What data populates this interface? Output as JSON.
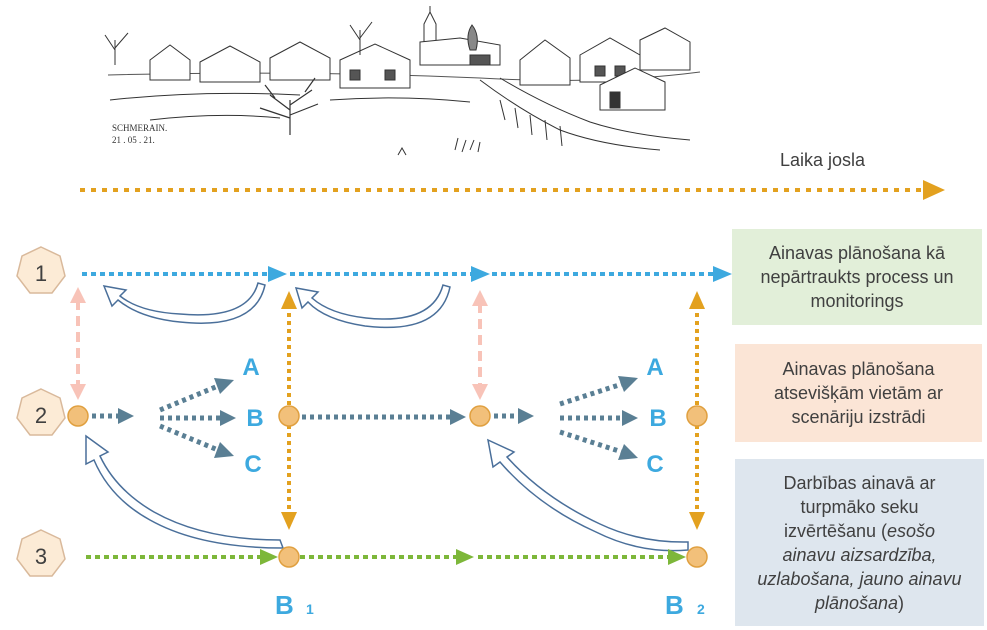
{
  "timeline": {
    "label": "Laika josla"
  },
  "sketch": {
    "signature_line1": "SCHMERAIN.",
    "signature_line2": "21 . 05 . 21."
  },
  "levels": [
    {
      "number": "1",
      "description": "Ainavas plānošana kā nepārtraukts process un monitorings"
    },
    {
      "number": "2",
      "description": "Ainavas plānošana atsevišķām vietām ar scenāriju izstrādi"
    },
    {
      "number": "3",
      "description_plain": "Darbības ainavā ar turpmāko seku izvērtēšanu (",
      "description_italic": "esošo ainavu aizsardzība, uzlabošana, jauno ainavu plānošana",
      "description_end": ")"
    }
  ],
  "scenarios_left": [
    "A",
    "B",
    "C"
  ],
  "scenarios_right": [
    "A",
    "B",
    "C"
  ],
  "milestones": [
    {
      "letter": "B",
      "sub": "1"
    },
    {
      "letter": "B",
      "sub": "2"
    }
  ],
  "colors": {
    "timeline": "#E3A11F",
    "level1": "#3DA9DF",
    "level2": "#5A7F94",
    "level3": "#7DB73A",
    "vertical": "#E3A11F",
    "pink": "#F8C3B8",
    "node_fill": "#F2C07A",
    "node_stroke": "#E0A040",
    "heptagon_fill": "#FCEBD6",
    "heptagon_stroke": "#D9B99B",
    "scenario_letters": "#3DA9DF",
    "curved_arrow": "#4A6F9A"
  }
}
